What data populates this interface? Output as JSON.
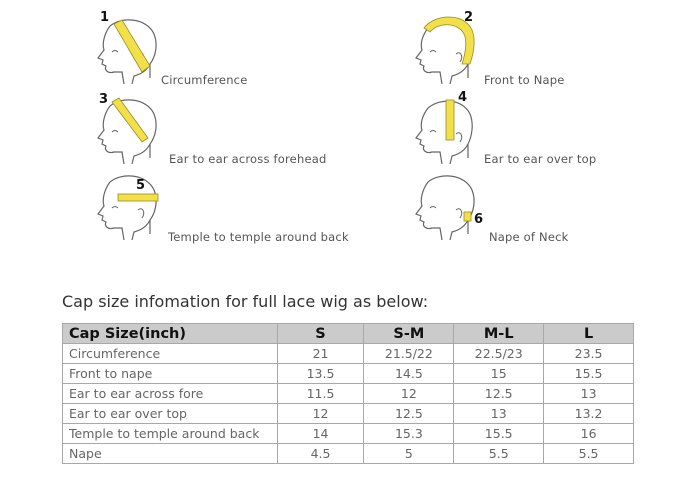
{
  "figures": [
    {
      "number": "1",
      "label": "Circumference"
    },
    {
      "number": "2",
      "label": "Front to Nape"
    },
    {
      "number": "3",
      "label": "Ear to ear across forehead"
    },
    {
      "number": "4",
      "label": "Ear to ear over top"
    },
    {
      "number": "5",
      "label": "Temple to temple around back"
    },
    {
      "number": "6",
      "label": "Nape of Neck"
    }
  ],
  "intro": "Cap size infomation for full lace wig as below:",
  "table": {
    "headers": [
      "Cap Size(inch)",
      "S",
      "S-M",
      "M-L",
      "L"
    ],
    "rows": [
      [
        "Circumference",
        "21",
        "21.5/22",
        "22.5/23",
        "23.5"
      ],
      [
        "Front to nape",
        "13.5",
        "14.5",
        "15",
        "15.5"
      ],
      [
        "Ear to ear across fore",
        "11.5",
        "12",
        "12.5",
        "13"
      ],
      [
        "Ear to ear over top",
        "12",
        "12.5",
        "13",
        "13.2"
      ],
      [
        "Temple to temple around back",
        "14",
        "15.3",
        "15.5",
        "16"
      ],
      [
        "Nape",
        "4.5",
        "5",
        "5.5",
        "5.5"
      ]
    ]
  },
  "colors": {
    "tape": "#f2e04a",
    "tape_outline": "#9a8a20",
    "header_bg": "#cbcbcb",
    "line": "#666666"
  }
}
